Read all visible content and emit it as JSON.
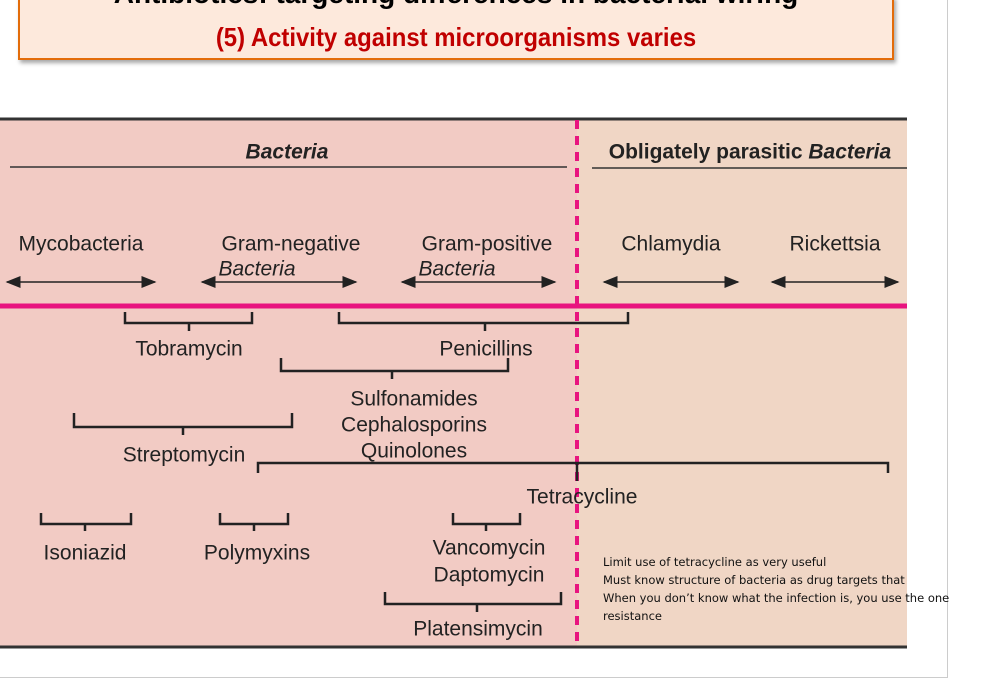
{
  "slide": {
    "title_cut": "Antibiotics: targeting differences in bacterial wiring",
    "title": "(5) Activity against microorganisms varies"
  },
  "figure": {
    "colors": {
      "bacteria_bg": "#f2cbc4",
      "parasitic_bg": "#f0d6c5",
      "divider": "#e8147f",
      "title": "#c00000",
      "title_border": "#e36c0a"
    },
    "headers": {
      "bacteria": "Bacteria",
      "parasitic_prefix": "Obligately parasitic ",
      "parasitic_italic": "Bacteria"
    },
    "groups": {
      "mycobacteria": "Mycobacteria",
      "gram_negative": "Gram-negative",
      "gram_negative_sub": "Bacteria",
      "gram_positive": "Gram-positive",
      "gram_positive_sub": "Bacteria",
      "chlamydia": "Chlamydia",
      "rickettsia": "Rickettsia"
    },
    "drugs": {
      "tobramycin": "Tobramycin",
      "penicillins": "Penicillins",
      "sulfonamides": "Sulfonamides",
      "cephalosporins": "Cephalosporins",
      "quinolones": "Quinolones",
      "streptomycin": "Streptomycin",
      "tetracycline": "Tetracycline",
      "isoniazid": "Isoniazid",
      "polymyxins": "Polymyxins",
      "vancomycin": "Vancomycin",
      "daptomycin": "Daptomycin",
      "platensimycin": "Platensimycin"
    }
  },
  "notes": [
    "Limit use of tetracycline as very useful",
    "Must know structure of bacteria as drug targets that",
    "When you don’t know what the infection is, you use the one",
    "resistance"
  ]
}
